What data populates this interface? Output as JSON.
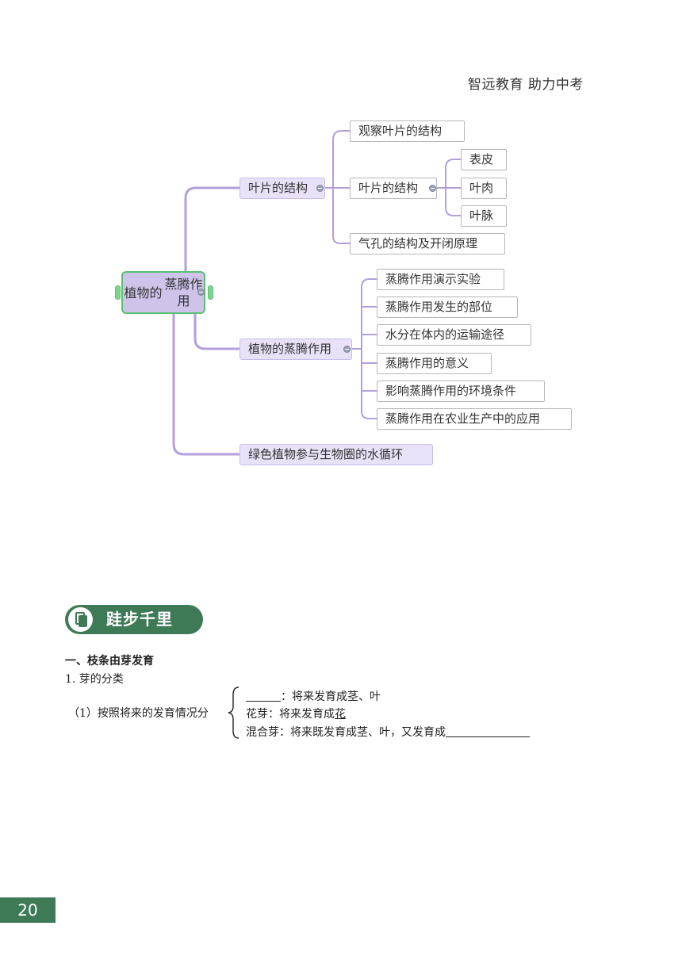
{
  "header": {
    "slogan": "智远教育  助力中考"
  },
  "mindmap": {
    "root": {
      "label_line1": "植物的",
      "label_line2": "蒸腾作用"
    },
    "branches": [
      {
        "label": "叶片的结构",
        "children": [
          {
            "label": "观察叶片的结构"
          },
          {
            "label": "叶片的结构",
            "children": [
              {
                "label": "表皮"
              },
              {
                "label": "叶肉"
              },
              {
                "label": "叶脉"
              }
            ]
          },
          {
            "label": "气孔的结构及开闭原理"
          }
        ]
      },
      {
        "label": "植物的蒸腾作用",
        "children": [
          {
            "label": "蒸腾作用演示实验"
          },
          {
            "label": "蒸腾作用发生的部位"
          },
          {
            "label": "水分在体内的运输途径"
          },
          {
            "label": "蒸腾作用的意义"
          },
          {
            "label": "影响蒸腾作用的环境条件"
          },
          {
            "label": "蒸腾作用在农业生产中的应用"
          }
        ]
      },
      {
        "label": "绿色植物参与生物圈的水循环"
      }
    ]
  },
  "section": {
    "banner_title": "跬步千里"
  },
  "content": {
    "heading": "一、枝条由芽发育",
    "subheading": "1. 芽的分类",
    "classification_label": "（1）按照将来的发育情况分",
    "items": {
      "leaf_bud_suffix": "：将来发育成茎、叶",
      "flower_bud_prefix": "花芽：将来发育成",
      "flower_bud_answer": "花",
      "mixed_bud_text": "混合芽：将来既发育成茎、叶，又发育成"
    }
  },
  "footer": {
    "page_number": "20"
  },
  "colors": {
    "connector": "#b39fdc",
    "root_fill": "#cfc3ea",
    "root_border": "#5bbf72",
    "level1_fill": "#e8e1f7",
    "accent_green": "#3e7a56"
  }
}
